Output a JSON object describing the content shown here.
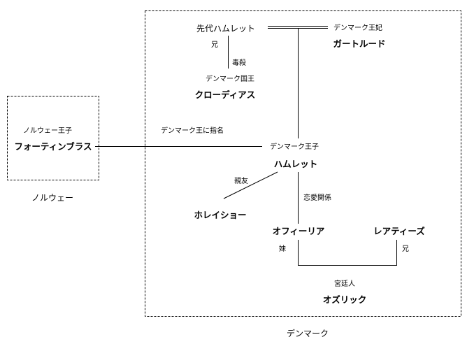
{
  "groups": {
    "denmark": "デンマーク",
    "norway": "ノルウェー"
  },
  "people": {
    "old_hamlet": {
      "name": "先代ハムレット"
    },
    "gertrude": {
      "role": "デンマーク王妃",
      "name": "ガートルード"
    },
    "claudius": {
      "role": "デンマーク国王",
      "name": "クローディアス"
    },
    "fortinbras": {
      "role": "ノルウェー王子",
      "name": "フォーティンブラス"
    },
    "hamlet": {
      "role": "デンマーク王子",
      "name": "ハムレット"
    },
    "horatio": {
      "name": "ホレイショー"
    },
    "ophelia": {
      "name": "オフィーリア"
    },
    "laertes": {
      "name": "レアティーズ"
    },
    "osric": {
      "role": "宮廷人",
      "name": "オズリック"
    }
  },
  "relations": {
    "brother": "兄",
    "poisoned": "毒殺",
    "named_king": "デンマーク王に指名",
    "best_friend": "親友",
    "romance": "恋愛関係",
    "younger_sister": "妹",
    "older_brother": "兄"
  }
}
